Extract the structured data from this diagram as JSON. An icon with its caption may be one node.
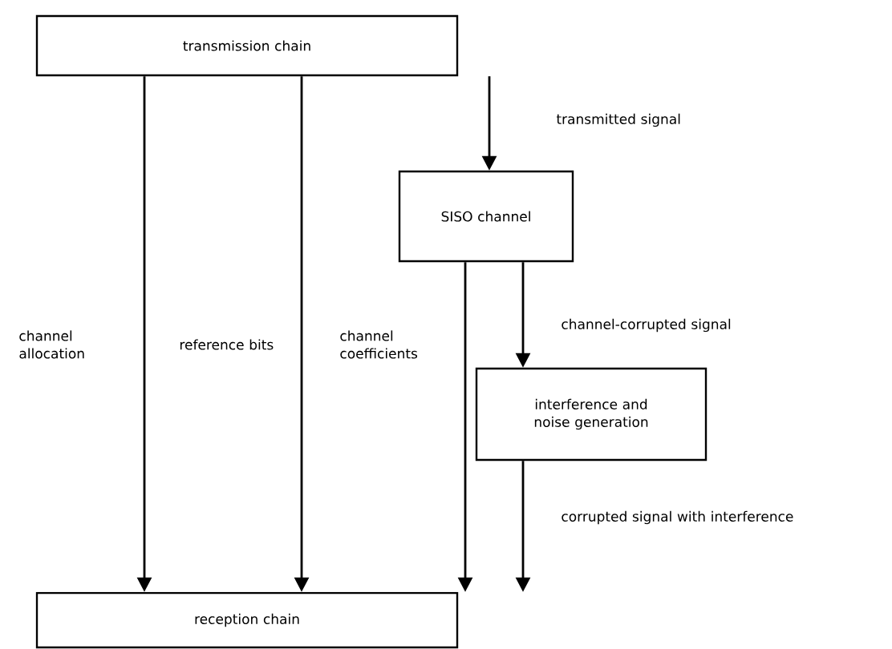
{
  "diagram": {
    "nodes": [
      {
        "text": [
          "transmission chain"
        ]
      },
      {
        "text": [
          "SISO channel"
        ]
      },
      {
        "text": [
          "interference and noise generation"
        ]
      },
      {
        "text": [
          "reception chain"
        ]
      }
    ],
    "edges": [
      {
        "from": 0,
        "to": 3,
        "arrow": "to",
        "label": "channel allocation"
      },
      {
        "from": 0,
        "to": 3,
        "arrow": "to",
        "label": "reference bits"
      },
      {
        "from": 0,
        "to": 1,
        "arrow": "to",
        "label": "transmitted signal"
      },
      {
        "from": 1,
        "to": 3,
        "arrow": "to",
        "label": "channel coefficients"
      },
      {
        "from": 1,
        "to": 2,
        "arrow": "to",
        "label": "channel-corrupted signal"
      },
      {
        "from": 2,
        "to": 3,
        "arrow": "to",
        "label": "corrupted signal with interference"
      }
    ]
  }
}
